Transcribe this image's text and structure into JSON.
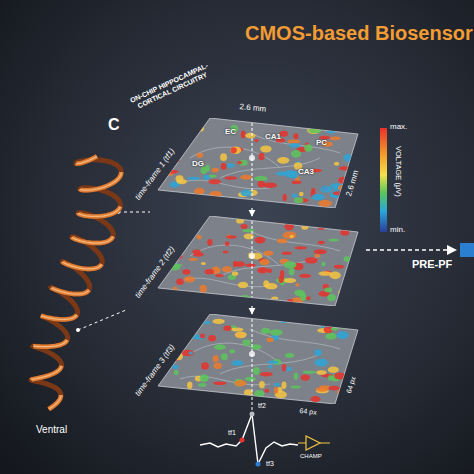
{
  "diagram": {
    "title": "CMOS-based Biosensor",
    "nodes": [
      {
        "text": [
          "time-frame 1 (tf1)"
        ]
      },
      {
        "text": [
          "time-frame 2 (tf2)"
        ]
      },
      {
        "text": [
          "time-frame 3 (tf3)"
        ]
      }
    ],
    "edges": [
      {
        "from": 0,
        "to": 1,
        "arrow": "to"
      },
      {
        "from": 1,
        "to": 2,
        "arrow": "to"
      }
    ],
    "labels": [
      "C",
      "ON-CHIP HIPPOCAMPAL-CORTICAL CIRCUITRY",
      "2.6 mm",
      "2.6 mm",
      "DG",
      "EC",
      "CA3",
      "CA1",
      "PC",
      "max.",
      "VOLTAGE (μV)",
      "min.",
      "64 px",
      "64 px",
      "tf1",
      "tf2",
      "tf3",
      "CHAMP",
      "PRE-PF",
      "Ventral"
    ]
  }
}
